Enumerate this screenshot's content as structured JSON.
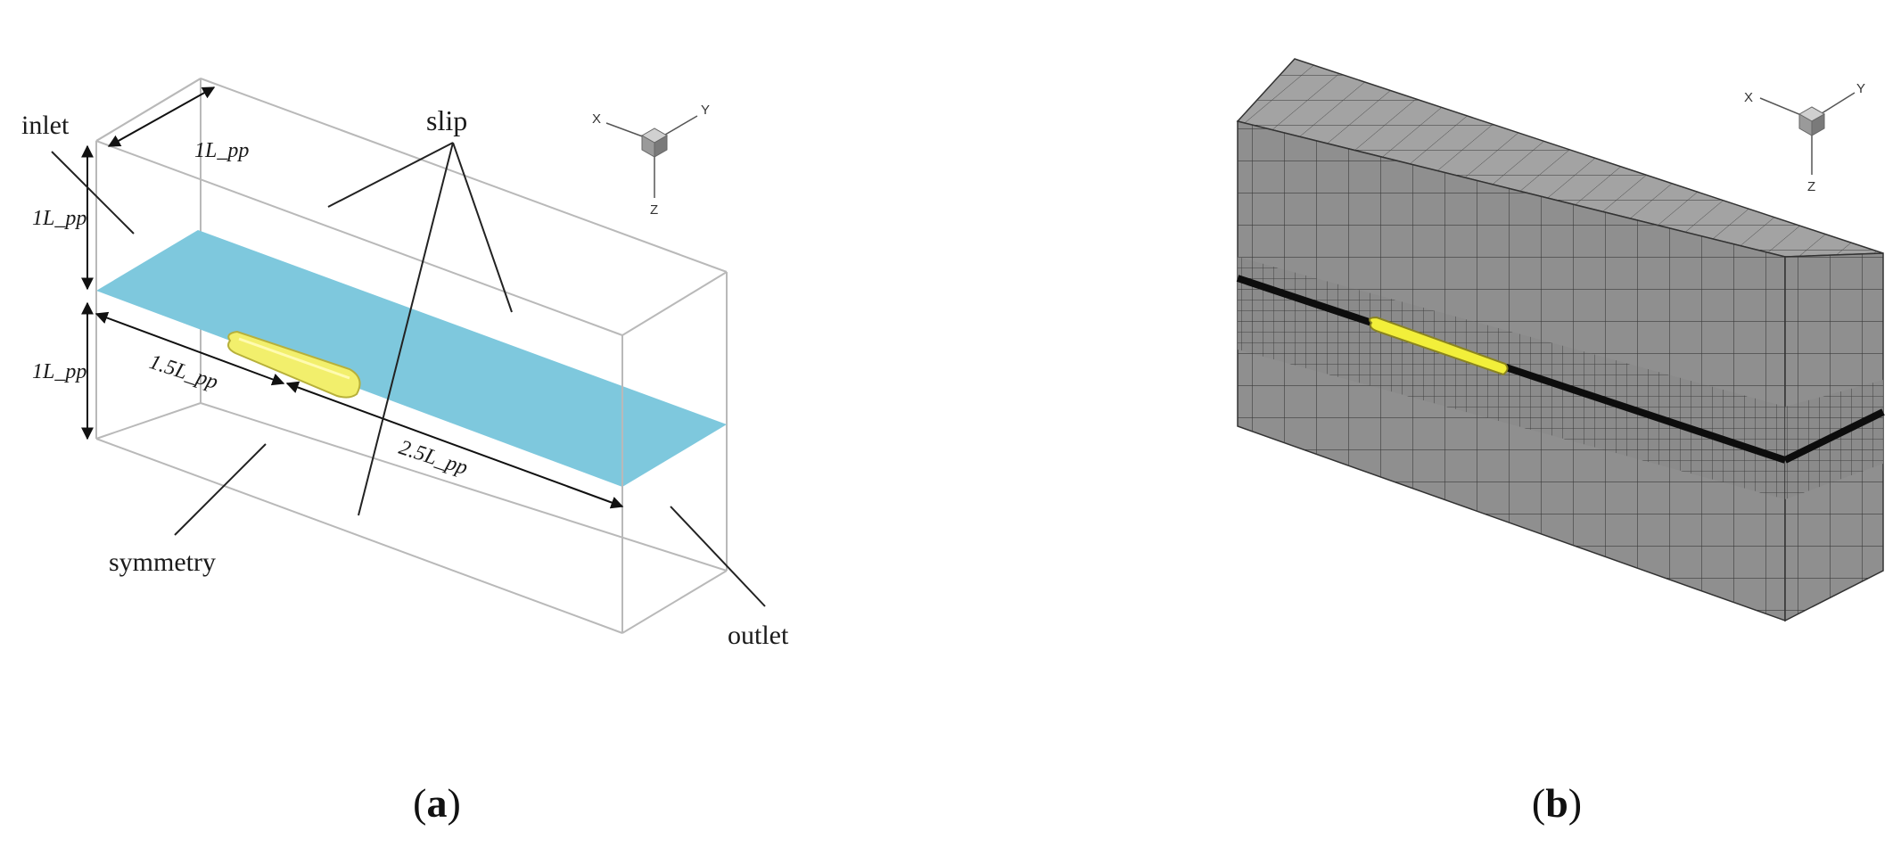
{
  "panel_a": {
    "labels": {
      "inlet": "inlet",
      "slip": "slip",
      "symmetry": "symmetry",
      "outlet": "outlet"
    },
    "dimensions": {
      "width_top": "1L_pp",
      "height_upper": "1L_pp",
      "height_lower": "1L_pp",
      "upstream": "1.5L_pp",
      "downstream": "2.5L_pp"
    },
    "axes": {
      "x": "X",
      "y": "Y",
      "z": "Z"
    },
    "caption": {
      "open": "(",
      "letter": "a",
      "close": ")"
    }
  },
  "panel_b": {
    "axes": {
      "x": "X",
      "y": "Y",
      "z": "Z"
    },
    "caption": {
      "open": "(",
      "letter": "b",
      "close": ")"
    }
  },
  "colors": {
    "water": "#7ec8dd",
    "hull": "#f2ef6c",
    "mesh_face": "#8e8e8e",
    "mesh_line": "#3a3a3a",
    "box_line": "#b9b9b9"
  }
}
